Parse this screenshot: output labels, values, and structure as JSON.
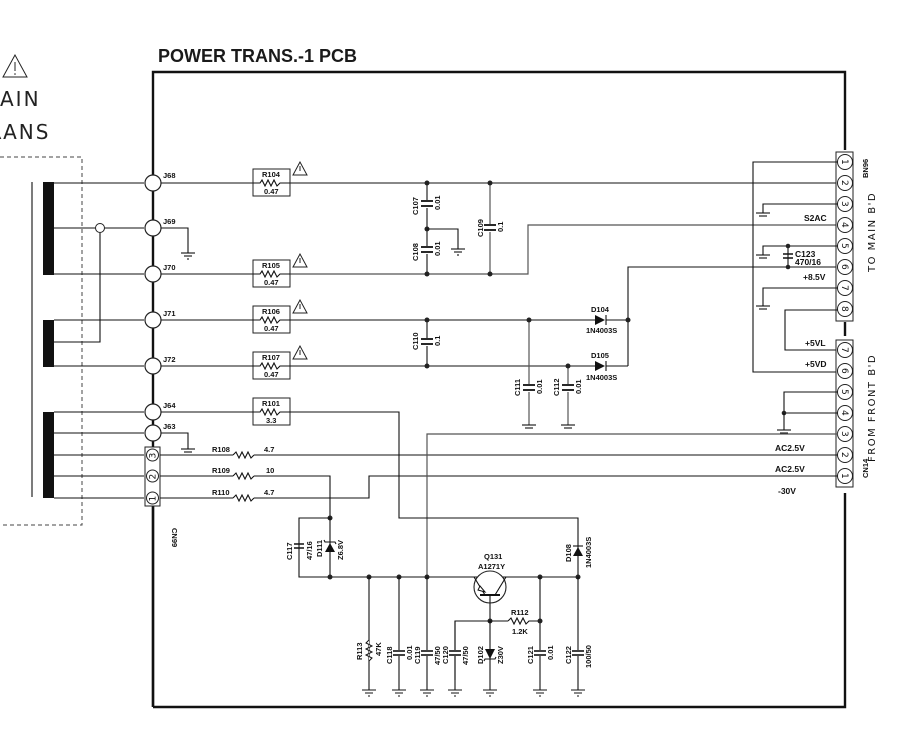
{
  "diagram": {
    "title": "POWER TRANS.-1   PCB",
    "left_label": {
      "line1": "AIN",
      "line2": "RANS",
      "warning": "caution-triangle"
    },
    "connectors": {
      "BN96": {
        "name": "BN96",
        "caption": "TO MAIN B'D",
        "pins": [
          "1",
          "2",
          "3",
          "4",
          "5",
          "6",
          "7",
          "8"
        ]
      },
      "CN14": {
        "name": "CN14",
        "caption": "FROM FRONT B'D",
        "pins": [
          "7",
          "6",
          "5",
          "4",
          "3",
          "2",
          "1"
        ]
      },
      "CN99": {
        "name": "CN99",
        "pins": [
          "3",
          "2",
          "1"
        ]
      }
    },
    "jacks": [
      "J68",
      "J69",
      "J70",
      "J71",
      "J72",
      "J64",
      "J63"
    ],
    "resistors": [
      {
        "ref": "R104",
        "value": "0.47",
        "warning": true
      },
      {
        "ref": "R105",
        "value": "0.47",
        "warning": true
      },
      {
        "ref": "R106",
        "value": "0.47",
        "warning": true
      },
      {
        "ref": "R107",
        "value": "0.47",
        "warning": true
      },
      {
        "ref": "R101",
        "value": "3.3"
      },
      {
        "ref": "R108",
        "value": "4.7"
      },
      {
        "ref": "R109",
        "value": "10"
      },
      {
        "ref": "R110",
        "value": "4.7"
      },
      {
        "ref": "R112",
        "value": "1.2K"
      },
      {
        "ref": "R113",
        "value": "47K"
      }
    ],
    "capacitors": [
      {
        "ref": "C107",
        "value": "0.01"
      },
      {
        "ref": "C108",
        "value": "0.01"
      },
      {
        "ref": "C109",
        "value": "0.1"
      },
      {
        "ref": "C110",
        "value": "0.1"
      },
      {
        "ref": "C111",
        "value": "0.01"
      },
      {
        "ref": "C112",
        "value": "0.01"
      },
      {
        "ref": "C117",
        "value": "47/16"
      },
      {
        "ref": "C118",
        "value": "0.01"
      },
      {
        "ref": "C119",
        "value": "47/50"
      },
      {
        "ref": "C120",
        "value": "47/50"
      },
      {
        "ref": "C121",
        "value": "0.01"
      },
      {
        "ref": "C122",
        "value": "100/50"
      },
      {
        "ref": "C123",
        "value": "470/16"
      }
    ],
    "diodes": [
      {
        "ref": "D104",
        "value": "1N4003S"
      },
      {
        "ref": "D105",
        "value": "1N4003S"
      },
      {
        "ref": "D108",
        "value": "1N4003S"
      },
      {
        "ref": "D111",
        "value": "Z6.8V"
      },
      {
        "ref": "D102",
        "value": "Z30V"
      }
    ],
    "transistor": {
      "ref": "Q131",
      "value": "A1271Y"
    },
    "net_labels": {
      "s2ac": "S2AC",
      "p8v5": "+8.5V",
      "p5vl": "+5VL",
      "p5vd": "+5VD",
      "ac1": "AC2.5V",
      "ac2": "AC2.5V",
      "m30": "-30V"
    }
  }
}
